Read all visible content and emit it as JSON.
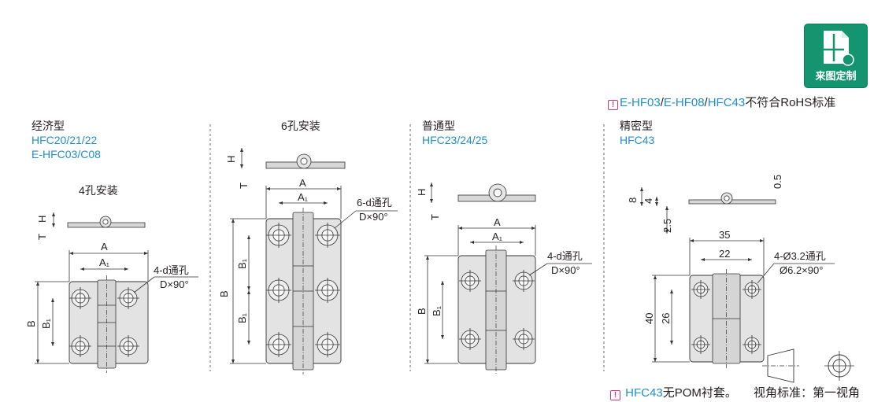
{
  "badge": {
    "label": "来图定制",
    "icon": "custom-drawing-icon",
    "color": "#14946f"
  },
  "notice": {
    "icon": "warning-icon",
    "parts": [
      "E-HF03",
      "/",
      "E-HF08",
      "/",
      "HFC43",
      "不符合RoHS标准"
    ]
  },
  "sections": [
    {
      "title": "经济型",
      "models": [
        "HFC20/21/22",
        "E-HFC03/C08"
      ],
      "subtitle": "4孔安装",
      "dims": {
        "h": "H",
        "t": "T",
        "a": "A",
        "a1": "A₁",
        "b": "B",
        "b1": "B₁",
        "hole": "4-d通孔",
        "csk": "D×90°"
      }
    },
    {
      "title": "6孔安装",
      "dims": {
        "h": "H",
        "t": "T",
        "a": "A",
        "a1": "A₁",
        "b": "B",
        "b1": "B₁",
        "b1b": "B₁",
        "hole": "6-d通孔",
        "csk": "D×90°"
      }
    },
    {
      "title": "普通型",
      "models": [
        "HFC23/24/25"
      ],
      "dims": {
        "h": "H",
        "t": "T",
        "a": "A",
        "a1": "A₁",
        "b": "B",
        "b1": "B₁",
        "hole": "4-d通孔",
        "csk": "D×90°"
      }
    },
    {
      "title": "精密型",
      "models": [
        "HFC43"
      ],
      "dims": {
        "h": "8",
        "t": "4",
        "base": "2.5",
        "gap": "0.5",
        "a": "35",
        "a1": "22",
        "b": "40",
        "b1": "26",
        "hole": "4-Ø3.2通孔",
        "csk": "Ø6.2×90°"
      }
    }
  ],
  "footer": {
    "note_model": "HFC43",
    "note_text": "无POM衬套。",
    "projection": "视角标准：第一视角"
  }
}
